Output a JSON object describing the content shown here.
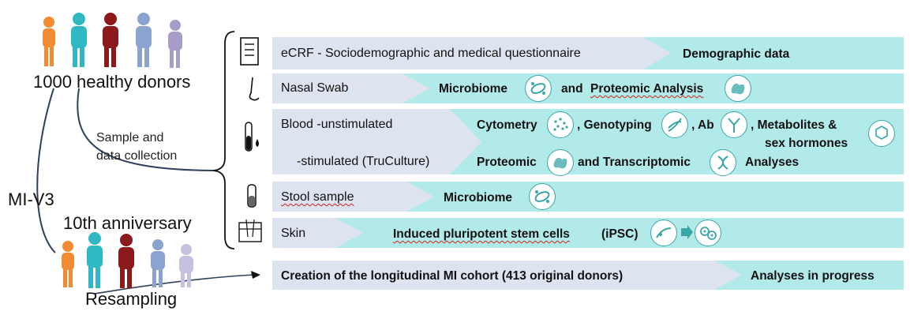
{
  "donors": {
    "title": "1000 healthy donors",
    "collection_label_1": "Sample and",
    "collection_label_2": "data collection",
    "cohort_label": "MI-V3",
    "anniversary": "10th anniversary",
    "resampling": "Resampling"
  },
  "rows": {
    "ecrf": {
      "label": "eCRF - Sociodemographic and medical questionnaire",
      "result": "Demographic data"
    },
    "nasal": {
      "label": "Nasal Swab",
      "result_a": "Microbiome",
      "result_b": "and",
      "result_c": "Proteomic Analysis"
    },
    "blood": {
      "label_1": "Blood  -unstimulated",
      "label_2": "-stimulated (TruCulture)",
      "r1": "Cytometry",
      "r2": ", Genotyping",
      "r3": ", Ab",
      "r4": ", Metabolites &",
      "r5": "sex hormones",
      "r6": "Proteomic",
      "r7": "and Transcriptomic",
      "r8": "Analyses"
    },
    "stool": {
      "label": "Stool sample",
      "result": "Microbiome"
    },
    "skin": {
      "label": "Skin",
      "result_a": "Induced pluripotent stem cells",
      "result_b": "(iPSC)"
    },
    "cohort": {
      "label": "Creation of the longitudinal MI cohort (413 original donors)",
      "result": "Analyses in progress"
    }
  },
  "colors": {
    "chevron_gray": "#dde3ef",
    "chevron_teal": "#b2eaea",
    "accent": "#3aa6a6"
  }
}
